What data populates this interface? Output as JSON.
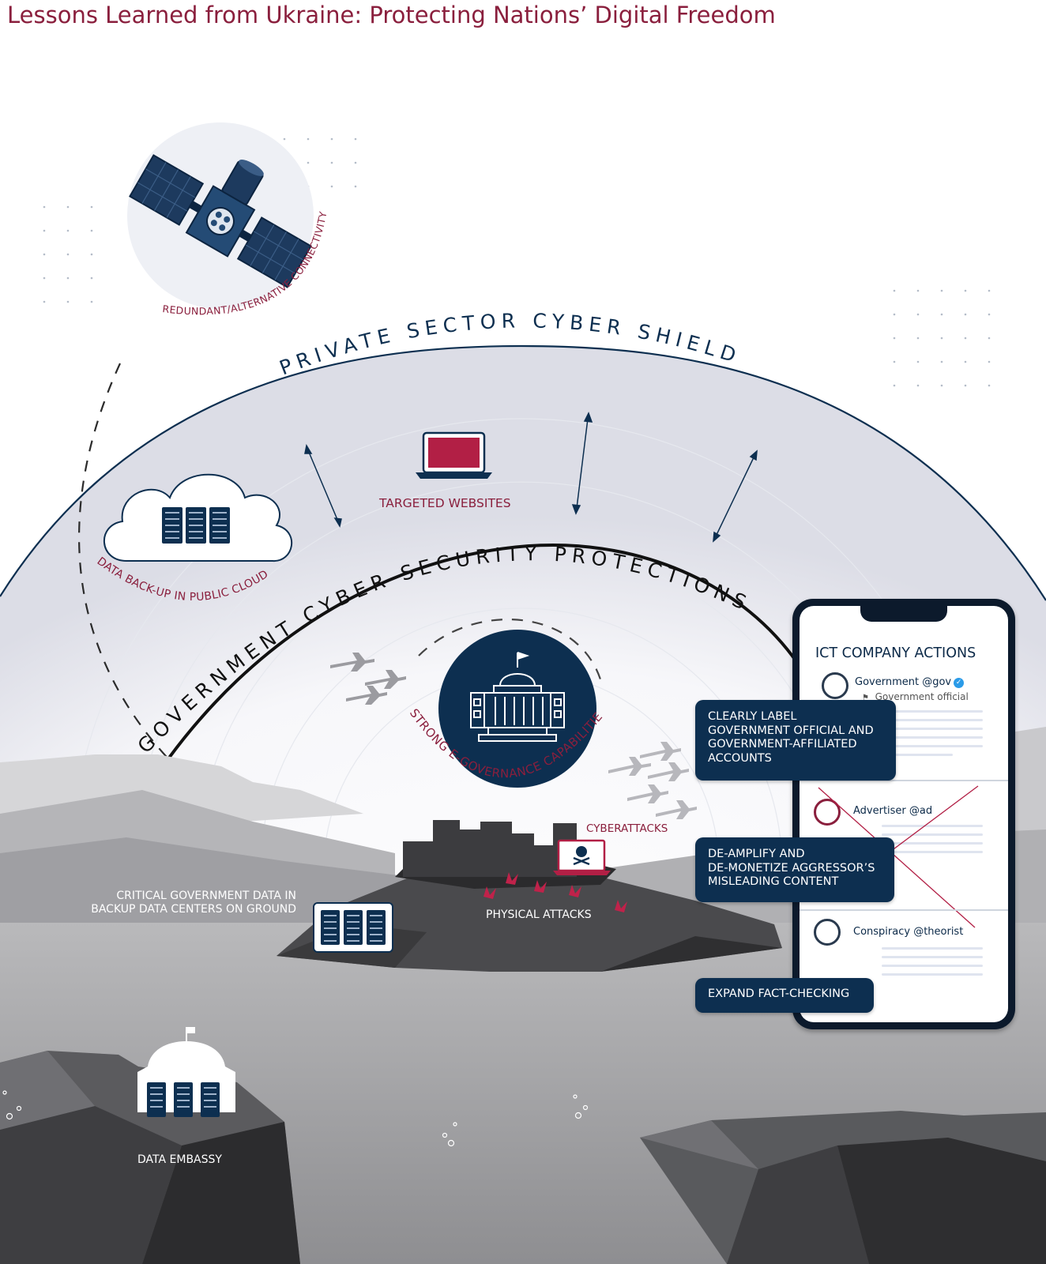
{
  "page_title": "Lessons Learned from Ukraine: Protecting Nations’ Digital Freedom",
  "labels": {
    "private_shield": "PRIVATE SECTOR CYBER SHIELD",
    "gov_protections": "GOVERNMENT CYBER SECURITY PROTECTIONS",
    "redundant_connectivity": "REDUNDANT/ALTERNATIVE CONNECTIVITY",
    "data_backup_cloud": "DATA BACK-UP IN PUBLIC CLOUD",
    "targeted_websites": "TARGETED WEBSITES",
    "e_governance": "STRONG E-GOVERNANCE CAPABILITIES",
    "cyberattacks": "CYBERATTACKS",
    "physical_attacks": "PHYSICAL ATTACKS",
    "critical_data_line1": "CRITICAL GOVERNMENT DATA IN",
    "critical_data_line2": "BACKUP DATA CENTERS ON GROUND",
    "data_embassy": "DATA EMBASSY"
  },
  "phone": {
    "title": "ICT COMPANY ACTIONS",
    "posts": [
      {
        "handle": "Government @gov",
        "sub": "Government official"
      },
      {
        "handle": "Advertiser @ad"
      },
      {
        "handle": "Conspiracy @theorist"
      }
    ]
  },
  "actions": {
    "label_accounts": [
      "CLEARLY LABEL",
      "GOVERNMENT OFFICIAL AND",
      "GOVERNMENT-AFFILIATED",
      "ACCOUNTS"
    ],
    "deamplify": [
      "DE-AMPLIFY AND",
      "DE-MONETIZE AGGRESSOR’S",
      "MISLEADING CONTENT"
    ],
    "fact_check": "EXPAND FACT-CHECKING"
  },
  "colors": {
    "maroon": "#8a1f3d",
    "navy": "#0d2f50",
    "accent_red": "#c0224a"
  }
}
